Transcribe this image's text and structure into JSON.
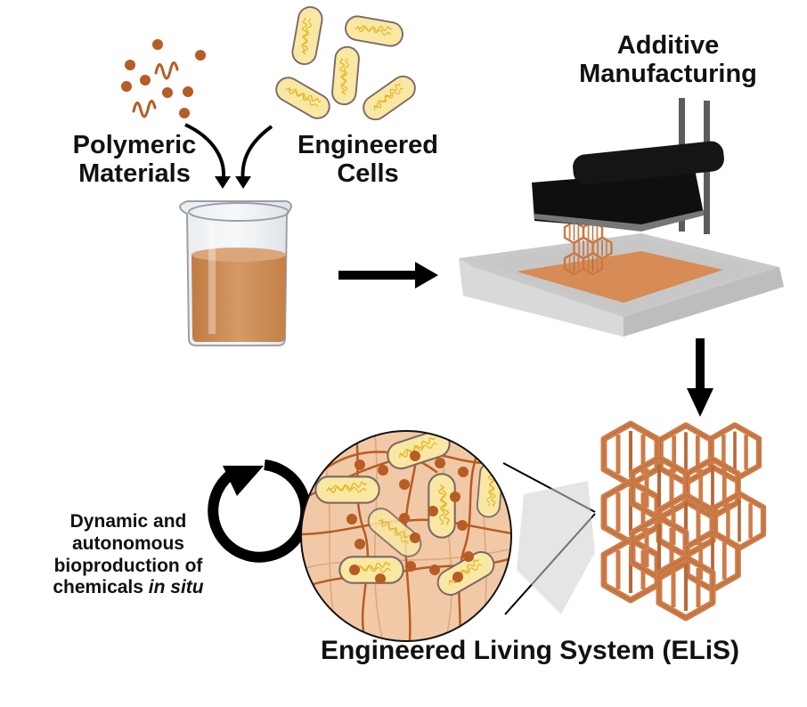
{
  "labels": {
    "polymeric_materials": [
      "Polymeric",
      "Materials"
    ],
    "engineered_cells": [
      "Engineered",
      "Cells"
    ],
    "additive_manufacturing": [
      "Additive",
      "Manufacturing"
    ],
    "bioproduction": {
      "line1": "Dynamic and",
      "line2": "autonomous",
      "line3": "bioproduction of",
      "line4_plain": "chemicals ",
      "line4_italic": "in situ"
    },
    "system_title": "Engineered Living System (ELiS)"
  },
  "colors": {
    "polymer_brown": "#b65c24",
    "cell_fill": "#f9e7a4",
    "cell_stroke": "#7b6a66",
    "dna_yellow": "#e3b51c",
    "liquid": "#c98a52",
    "lattice": "#cd7c48",
    "hydrogel_bg": "#f2c9a6",
    "printer_black": "#151515",
    "tray_gray": "#d5d5d5",
    "arrow_black": "#000000"
  }
}
